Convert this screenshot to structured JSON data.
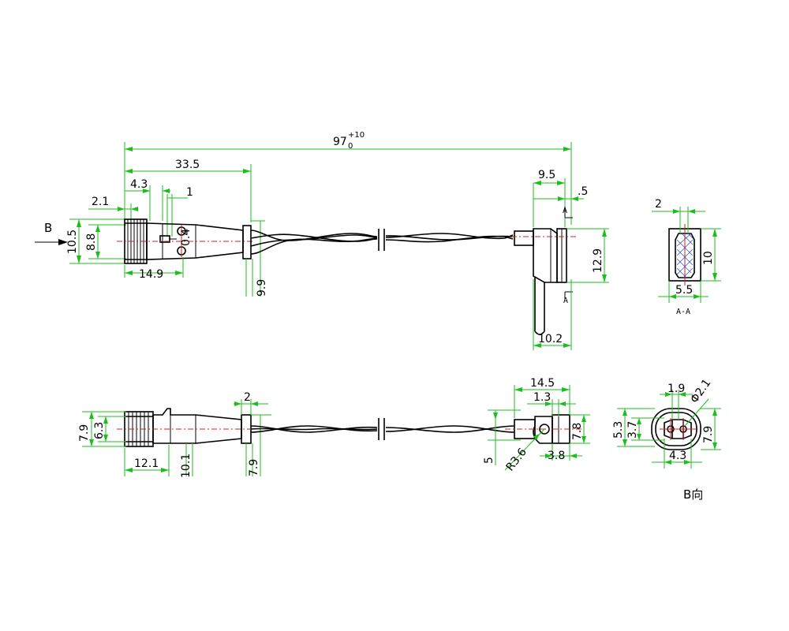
{
  "colors": {
    "outline": "#000000",
    "dimension": "#1bbf1b",
    "centerline": "#d81f1f",
    "hatch": "#2a5ad8"
  },
  "view_labels": {
    "direction_arrow": "B",
    "section": "A-A",
    "section_mark_top": "A",
    "section_mark_bottom": "A",
    "view_b": "B向"
  },
  "dims_top": {
    "overall": "97",
    "overall_tol_upper": "+10",
    "overall_tol_lower": "0",
    "connector_len": "33.5",
    "d_4_3": "4.3",
    "d_2_1": "2.1",
    "d_1": "1",
    "d_10_5": "10.5",
    "d_8_8": "8.8",
    "d_0_4": "0.4",
    "d_14_9": "14.9",
    "d_9_9": "9.9",
    "d_9_5": "9.5",
    "d_5": ".5",
    "d_12_9": "12.9",
    "d_10_2": "10.2"
  },
  "dims_section": {
    "d_2": "2",
    "d_10": "10",
    "d_5_5": "5.5"
  },
  "dims_bottom": {
    "d_7_9": "7.9",
    "d_6_3": "6.3",
    "d_12_1": "12.1",
    "d_10_1": "10.1",
    "d_2": "2",
    "d_7_9b": "7.9",
    "d_14_5": "14.5",
    "d_1_3": "1.3",
    "d_7_8": "7.8",
    "d_5": "5",
    "d_r3_6": "R3.6",
    "d_3_8": "3.8"
  },
  "dims_viewb": {
    "d_1_9": "1.9",
    "d_phi2_1": "Φ2.1",
    "d_5_3": "5.3",
    "d_3_7": "3.7",
    "d_7_9": "7.9",
    "d_4_3": "4.3"
  }
}
